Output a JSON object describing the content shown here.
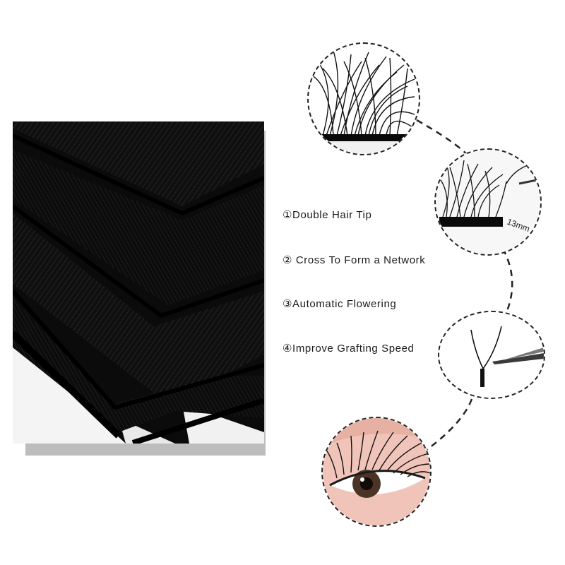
{
  "features": [
    {
      "label": "①Double Hair Tip"
    },
    {
      "label": "② Cross To Form a Network"
    },
    {
      "label": "③Automatic Flowering"
    },
    {
      "label": "④Improve Grafting Speed"
    }
  ],
  "detail_circles": [
    {
      "icon": "lash-strip-closeup-icon"
    },
    {
      "icon": "lash-tray-13mm-icon",
      "tray_label": "13mm"
    },
    {
      "icon": "y-shaped-lash-tweezer-icon"
    },
    {
      "icon": "eye-with-extensions-icon"
    }
  ],
  "colors": {
    "lash": "#0d0d0d",
    "shadow": "#bdbdbd",
    "text": "#1a1a1a",
    "dashed": "#222222",
    "skin": "#f0c4b8"
  }
}
